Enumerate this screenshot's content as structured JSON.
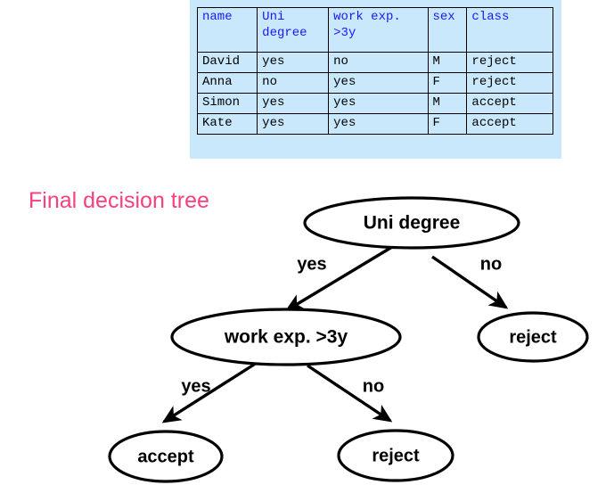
{
  "table": {
    "columns": [
      "name",
      "Uni degree",
      "work exp. >3y",
      "sex",
      "class"
    ],
    "headers": {
      "name": "name",
      "uni_degree_line1": "Uni",
      "uni_degree_line2": "degree",
      "work_exp_line1": "work exp.",
      "work_exp_line2": ">3y",
      "sex": "sex",
      "class": "class"
    },
    "header_color": "#1818ff",
    "background_color": "#c9e8fb",
    "rows": [
      {
        "name": "David",
        "uni_degree": "yes",
        "work_exp": "no",
        "sex": "M",
        "class": "reject"
      },
      {
        "name": "Anna",
        "uni_degree": "no",
        "work_exp": "yes",
        "sex": "F",
        "class": "reject"
      },
      {
        "name": "Simon",
        "uni_degree": "yes",
        "work_exp": "yes",
        "sex": "M",
        "class": "accept"
      },
      {
        "name": "Kate",
        "uni_degree": "yes",
        "work_exp": "yes",
        "sex": "F",
        "class": "accept"
      }
    ]
  },
  "caption": {
    "text": "Final decision tree",
    "color": "#f4417f"
  },
  "tree": {
    "root": {
      "label": "Uni degree"
    },
    "internal": {
      "label": "work exp. >3y"
    },
    "leaves": {
      "reject_right": "reject",
      "accept": "accept",
      "reject_bottom": "reject"
    },
    "edges": {
      "root_yes": "yes",
      "root_no": "no",
      "work_yes": "yes",
      "work_no": "no"
    },
    "node_fill": "#ffffff",
    "node_stroke": "#000000"
  }
}
